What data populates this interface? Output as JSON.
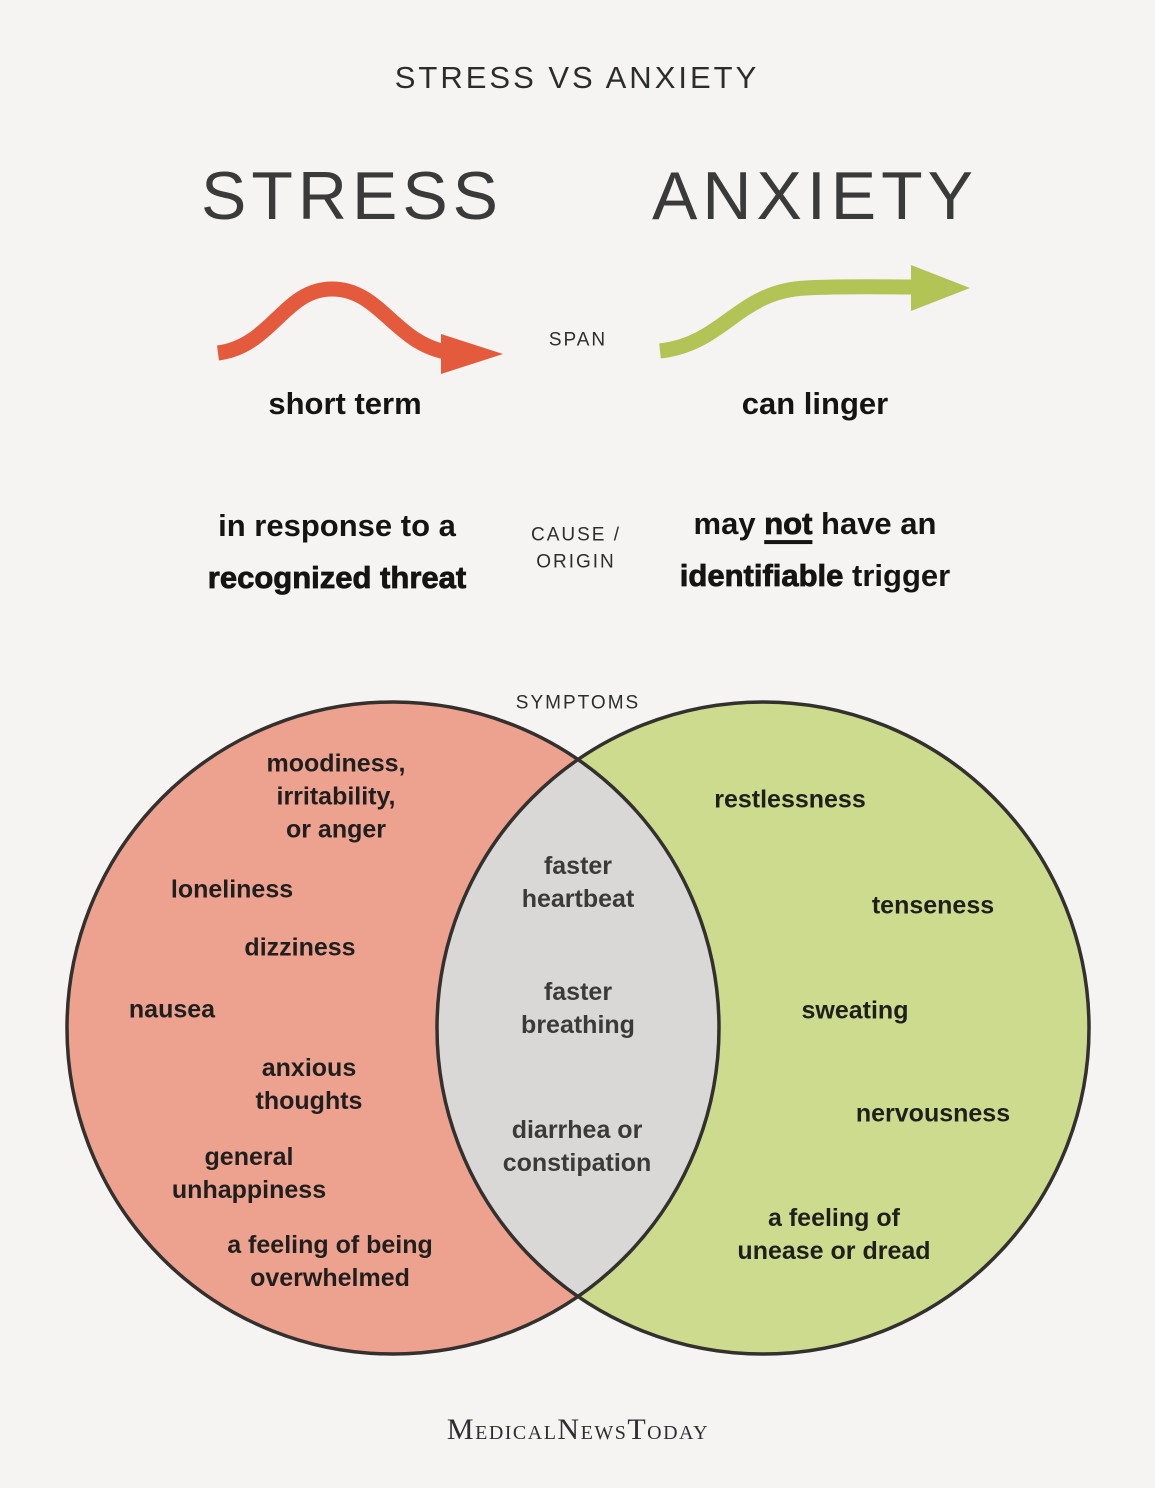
{
  "title": "STRESS VS ANXIETY",
  "labels": {
    "span": "SPAN",
    "cause": "CAUSE /\nORIGIN",
    "symptoms": "SYMPTOMS"
  },
  "stress": {
    "heading": "STRESS",
    "span_value": "short term",
    "cause_line1": "in response to a",
    "cause_line2": "recognized threat",
    "symptoms": [
      "moodiness,\nirritability,\nor anger",
      "loneliness",
      "dizziness",
      "nausea",
      "anxious\nthoughts",
      "general\nunhappiness",
      "a feeling of being\noverwhelmed"
    ]
  },
  "anxiety": {
    "heading": "ANXIETY",
    "span_value": "can linger",
    "cause_pre": "may ",
    "cause_not": "not",
    "cause_mid": " have an",
    "cause_bold2": "identifiable",
    "cause_rest2": " trigger",
    "symptoms": [
      "restlessness",
      "tenseness",
      "sweating",
      "nervousness",
      "a feeling of\nunease or dread"
    ]
  },
  "shared": {
    "symptoms": [
      "faster\nheartbeat",
      "faster\nbreathing",
      "diarrhea or\nconstipation"
    ]
  },
  "footer": {
    "logo_parts": [
      "Medical",
      "News",
      "Today"
    ]
  },
  "colors": {
    "background": "#f5f4f2",
    "stress_fill": "#eda28f",
    "anxiety_fill": "#ccdb8d",
    "overlap_fill": "#d9d8d6",
    "circle_outline": "#33302d",
    "stress_arrow": "#e45a3d",
    "anxiety_arrow": "#b1c455"
  }
}
